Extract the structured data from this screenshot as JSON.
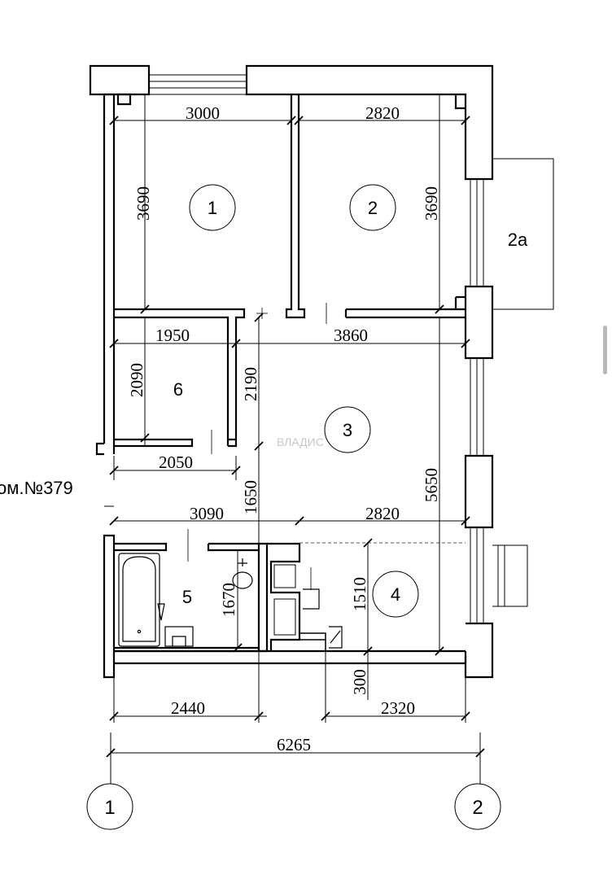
{
  "apartment": {
    "label": "ом.№379"
  },
  "watermark": {
    "text": "ВЛАДИС"
  },
  "rooms": [
    {
      "number": "1"
    },
    {
      "number": "2"
    },
    {
      "number": "2а"
    },
    {
      "number": "3"
    },
    {
      "number": "4"
    },
    {
      "number": "5"
    },
    {
      "number": "6"
    }
  ],
  "axes": [
    {
      "label": "1"
    },
    {
      "label": "2"
    }
  ],
  "dimensions": {
    "room1_width": "3000",
    "room2_width": "2820",
    "room1_height": "3690",
    "room2_height": "3690",
    "room6_top_width": "1950",
    "room3_top_width": "3860",
    "room6_height": "2090",
    "corridor_height": "2190",
    "room6_bottom_width": "2050",
    "hall_height": "1650",
    "room3_height": "5650",
    "bath_wc_width": "3090",
    "kitchen_width": "2820",
    "bath_height": "1670",
    "kitchen_depth": "1510",
    "sill_height": "300",
    "bath_outer_width": "2440",
    "kitchen_outer_width": "2320",
    "total_width": "6265"
  }
}
